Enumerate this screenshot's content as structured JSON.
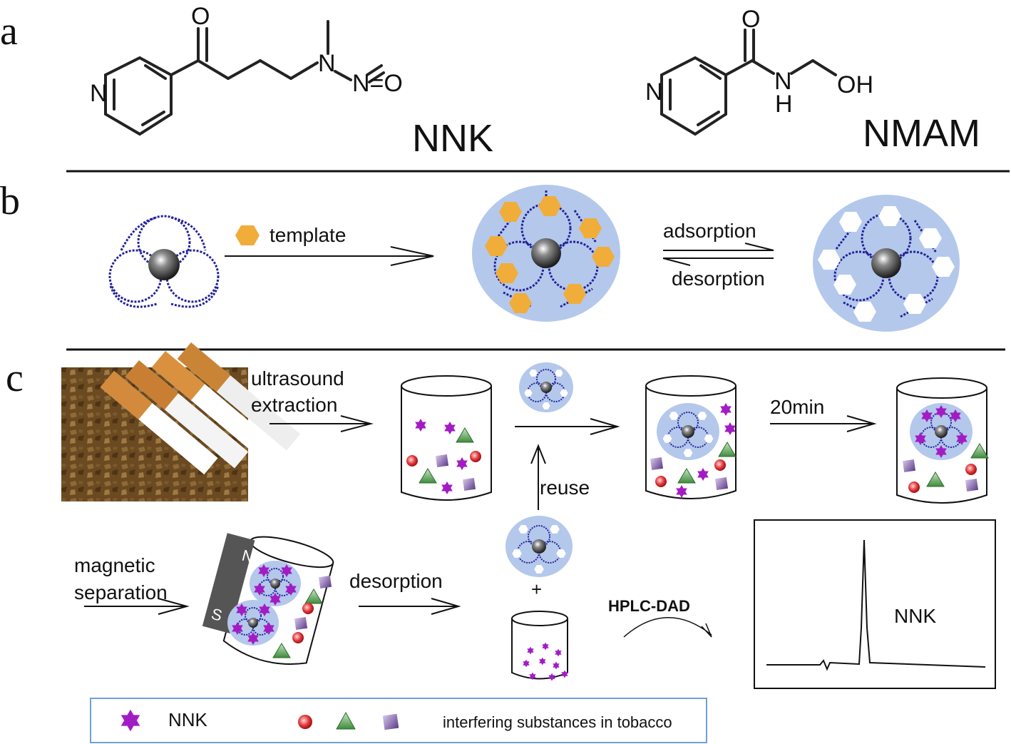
{
  "panels": {
    "a": "a",
    "b": "b",
    "c": "c"
  },
  "panel_a": {
    "left_molecule": "NNK",
    "right_molecule": "NMAM",
    "atoms": {
      "O": "O",
      "N": "N",
      "NO": "N=O",
      "OH": "OH",
      "H": "H"
    }
  },
  "panel_b": {
    "template_label": "template",
    "adsorption_label": "adsorption",
    "desorption_label": "desorption"
  },
  "panel_c": {
    "ultrasound_label_1": "ultrasound",
    "ultrasound_label_2": "extraction",
    "time_label": "20min",
    "reuse_label": "reuse",
    "magnetic_label_1": "magnetic",
    "magnetic_label_2": "separation",
    "desorption_label": "desorption",
    "plus_label": "+",
    "hplc_label": "HPLC-DAD",
    "peak_label": "NNK",
    "magnet_n": "N",
    "magnet_s": "S"
  },
  "legend": {
    "nnk_label": "NNK",
    "interfering_label": "interfering substances in tobacco"
  },
  "colors": {
    "polymer": "#23239a",
    "particle_bg": "#b4c8ec",
    "template": "#f0ad3a",
    "nnk_star": "#a21cc4",
    "red_circle": "#d8272b",
    "green_triangle": "#3e8b3c",
    "purple_square": "#6b4a96",
    "legend_border": "#6fa0d8"
  }
}
